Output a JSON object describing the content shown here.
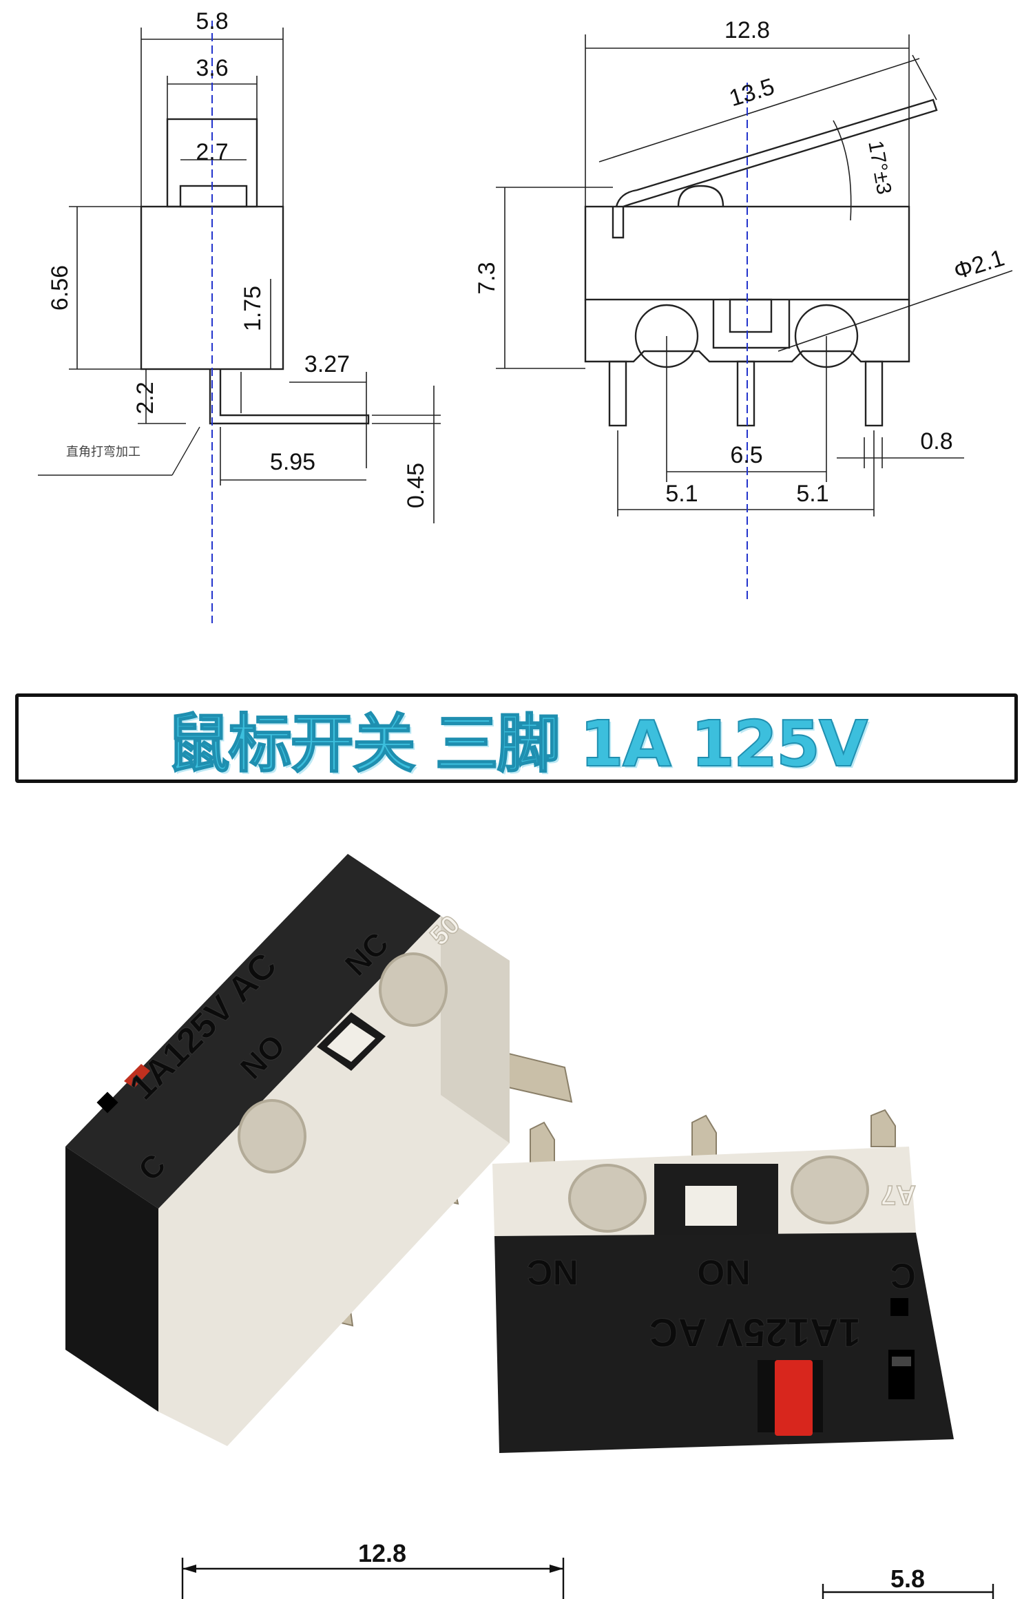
{
  "drawing": {
    "side": {
      "width": "5.8",
      "inner_width": "3.6",
      "actuator_width": "2.7",
      "height": "6.56",
      "lever_height": "1.75",
      "pin_offset": "3.27",
      "pin_height": "2.2",
      "pin_length": "5.95",
      "pin_thickness": "0.45",
      "note": "直角打弯加工"
    },
    "front": {
      "width": "12.8",
      "lever_length": "13.5",
      "lever_angle": "17°±3",
      "height": "7.3",
      "hole_diameter": "Φ2.1",
      "pin_width": "0.8",
      "hole_spacing": "6.5",
      "pin_pitch_left": "5.1",
      "pin_pitch_right": "5.1"
    }
  },
  "banner": {
    "title": "鼠标开关 三脚 1A 125V"
  },
  "photo": {
    "switch_left": {
      "rating": "1A125V AC",
      "label_nc": "NC",
      "label_no": "NO",
      "label_c": "C",
      "model": "50"
    },
    "switch_right": {
      "rating": "1A125V AC",
      "label_nc": "NC",
      "label_no": "NO",
      "label_c": "C",
      "model": "A7"
    }
  },
  "bottom": {
    "width_front": "12.8",
    "width_side": "5.8"
  },
  "colors": {
    "accent": "#3cbfdd",
    "switch_body": "#1c1c1c",
    "switch_base": "#e9e5dc",
    "actuator": "#d8261d"
  }
}
